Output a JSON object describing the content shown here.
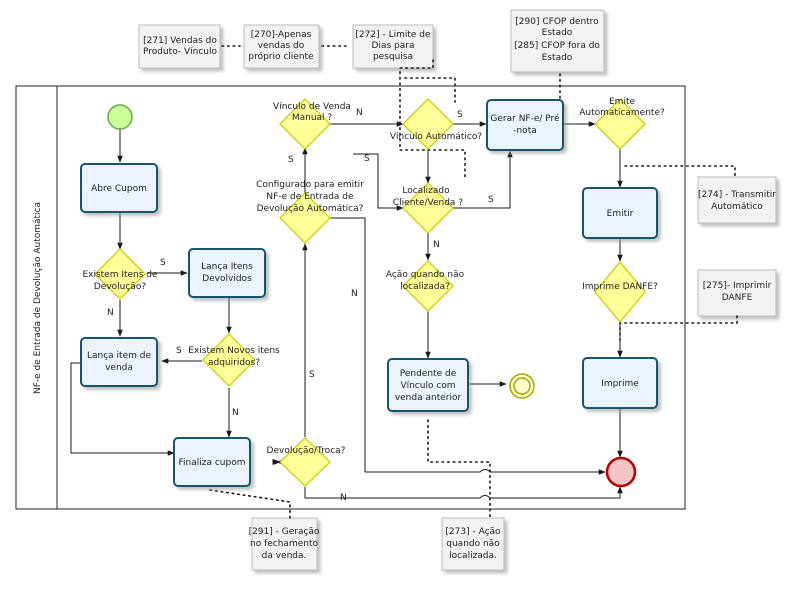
{
  "pool_label": "NF-e de Entrada de Devolução Automática",
  "tasks": {
    "abre_cupom": "Abre Cupom",
    "lanca_itens_devolvidos": [
      "Lança Itens",
      "Devolvidos"
    ],
    "lanca_item_venda": [
      "Lança item de",
      "venda"
    ],
    "finaliza_cupom": "Finaliza cupom",
    "gerar_nfe": [
      "Gerar NF-e/ Pré",
      "-nota"
    ],
    "pendente": [
      "Pendente de",
      "Vínculo com",
      "venda anterior"
    ],
    "emitir": "Emitir",
    "imprime": "Imprime"
  },
  "gateways": {
    "existem_itens": [
      "Existem Itens de",
      "Devolução?"
    ],
    "existem_novos": [
      "Existem Novos itens",
      "adquiridos?"
    ],
    "devolucao_troca": "Devolução/Troca?",
    "configurado": [
      "Configurado para emitir",
      "NF-e de Entrada de",
      "Devolução Automática?"
    ],
    "vinculo_manual": [
      "Vínculo de Venda",
      "Manual ?"
    ],
    "vinculo_auto": "Vínculo Automático?",
    "localizado": [
      "Localizado",
      "Cliente/Venda ?"
    ],
    "acao_nao_localizada": [
      "Ação quando não",
      "localizada?"
    ],
    "emite_auto": [
      "Emite",
      "Automaticamente?"
    ],
    "imprime_danfe": "Imprime DANFE?"
  },
  "edge_labels": {
    "s": "S",
    "n": "N"
  },
  "annotations": {
    "a271": [
      "[271] Vendas do",
      "Produto- Vínculo"
    ],
    "a270": [
      "[270]-Apenas",
      "vendas do",
      "próprio cliente"
    ],
    "a272": [
      "[272] - Limite de",
      "Dias para",
      "pesquisa"
    ],
    "a290": [
      "[290]  CFOP dentro",
      "Estado",
      "[285]  CFOP fora do",
      "Estado"
    ],
    "a274": [
      "[274] - Transmitir",
      "Automático"
    ],
    "a275": [
      "[275]- Imprimir",
      "DANFE"
    ],
    "a291": [
      "[291] - Geração",
      "no fechamento",
      "da venda."
    ],
    "a273": [
      "[273] - Ação",
      "quando não",
      "localizada."
    ]
  },
  "colors": {
    "task_fill": "#ebf3fd",
    "task_stroke": "#16546e",
    "gateway_fill": "#ffff99",
    "start_fill": "#ccff99",
    "end_fill": "#f5c6c6",
    "end_stroke": "#b00000",
    "note_fill": "#f2f2f2"
  }
}
